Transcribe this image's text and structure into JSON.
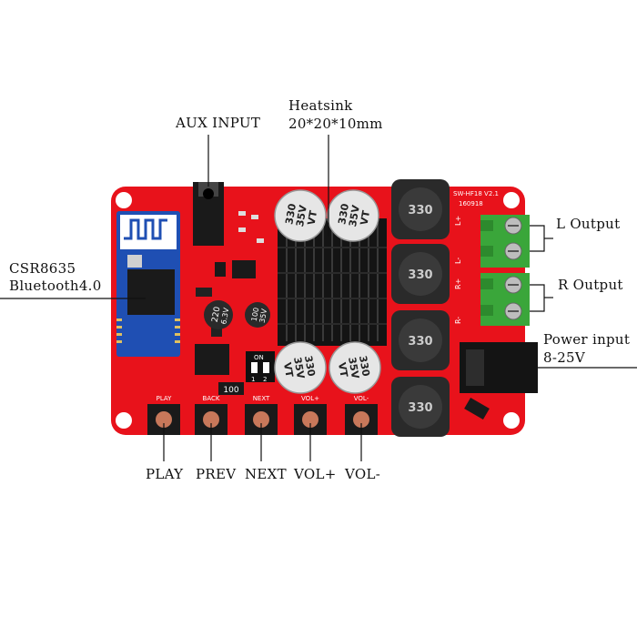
{
  "callouts": {
    "aux_input": "AUX INPUT",
    "heatsink_line1": "Heatsink",
    "heatsink_line2": "20*20*10mm",
    "csr_line1": "CSR8635",
    "csr_line2": "Bluetooth4.0",
    "l_output": "L Output",
    "r_output": "R Output",
    "power_line1": "Power input",
    "power_line2": "8-25V",
    "play": "PLAY",
    "prev": "PREV",
    "next": "NEXT",
    "vol_plus": "VOL+",
    "vol_minus": "VOL-"
  },
  "board": {
    "model": "SW-HF18 V2.1",
    "date": "160918",
    "inductor_value": "330",
    "cap_value": "330",
    "cap_voltage": "35V",
    "cap_series": "VT",
    "small_cap1": "220",
    "small_cap1_v": "6.3V",
    "small_cap2": "100",
    "small_cap2_v": "35V",
    "resistor": "100",
    "dip_on": "ON",
    "dip_1": "1",
    "dip_2": "2",
    "silk_play": "PLAY",
    "silk_back": "BACK",
    "silk_next": "NEXT",
    "silk_volp": "VOL+",
    "silk_volm": "VOL-",
    "silk_lp": "L+",
    "silk_lm": "L-",
    "silk_rp": "R+",
    "silk_rm": "R-"
  },
  "colors": {
    "pcb": "#e8121b",
    "heatsink": "#141414",
    "terminal": "#3aa63a",
    "bt_module": "#1f4fb3",
    "inductor": "#2a2a2a",
    "button_cap": "#c8785a"
  }
}
